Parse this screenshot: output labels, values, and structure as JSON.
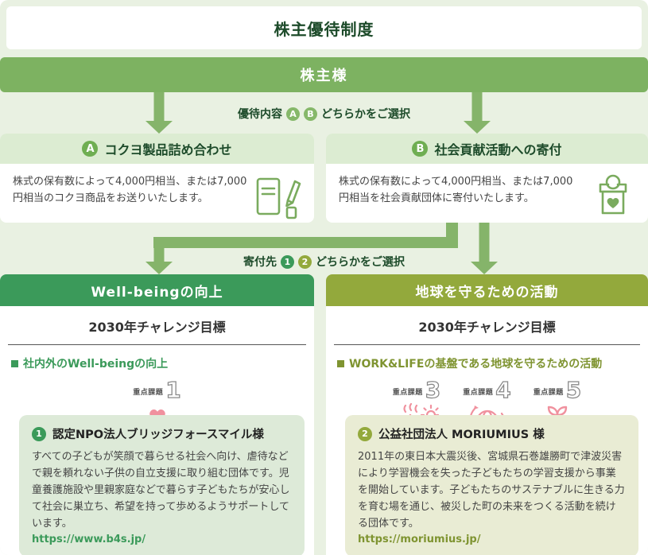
{
  "page": {
    "title": "株主優待制度",
    "audience": "株主様"
  },
  "selection1": {
    "label_prefix": "優待内容",
    "badges": [
      "A",
      "B"
    ],
    "label_suffix": "どちらかをご選択"
  },
  "optionA": {
    "badge": "A",
    "title": "コクヨ製品詰め合わせ",
    "body": "株式の保有数によって4,000円相当、または7,000円相当のコクヨ商品をお送りいたします。",
    "icon": "stationery-icon"
  },
  "optionB": {
    "badge": "B",
    "title": "社会貢献活動への寄付",
    "body": "株式の保有数によって4,000円相当、または7,000円相当を社会貢献団体に寄付いたします。",
    "icon": "donation-box-icon"
  },
  "selection2": {
    "label_prefix": "寄付先",
    "badges": [
      "1",
      "2"
    ],
    "label_suffix": "どちらかをご選択"
  },
  "panel1": {
    "header": "Well-beingの向上",
    "goal_title": "2030年チャレンジ目標",
    "goal_item": "社内外のWell-beingの向上",
    "issues": [
      {
        "label": "重点課題",
        "number": "1",
        "icon": "heart-in-hand-icon"
      }
    ],
    "org": {
      "badge": "1",
      "name": "認定NPO法人ブリッジフォースマイル様",
      "description": "すべての子どもが笑顔で暮らせる社会へ向け、虐待などで親を頼れない子供の自立支援に取り組む団体です。児童養護施設や里親家庭などで暮らす子どもたちが安心して社会に巣立ち、希望を持って歩めるようサポートしています。",
      "url": "https://www.b4s.jp/"
    }
  },
  "panel2": {
    "header": "地球を守るための活動",
    "goal_title": "2030年チャレンジ目標",
    "goal_item": "WORK&LIFEの基盤である地球を守るための活動",
    "issues": [
      {
        "label": "重点課題",
        "number": "3",
        "icon": "mountain-sun-icon"
      },
      {
        "label": "重点課題",
        "number": "4",
        "icon": "globe-recycle-icon"
      },
      {
        "label": "重点課題",
        "number": "5",
        "icon": "sprout-hands-icon"
      }
    ],
    "org": {
      "badge": "2",
      "name": "公益社団法人 MORIUMIUS 様",
      "description": "2011年の東日本大震災後、宮城県石巻雄勝町で津波災害により学習機会を失った子どもたちの学習支援から事業を開始しています。子どもたちのサステナブルに生きる力を育む場を通じ、被災した町の未来をつくる活動を続ける団体です。",
      "url": "https://moriumius.jp/"
    }
  },
  "colors": {
    "bg-page": "#e9f1e2",
    "green-dark": "#1d4b2a",
    "green-mid": "#7db261",
    "green-accent": "#3b9a5a",
    "olive": "#93a93c",
    "olive-dark": "#7f9431",
    "arrow": "#85b46a",
    "header-tint": "#dcecd2",
    "card-green": "#ddead8",
    "card-olive": "#e9ecd4",
    "text-body": "#444444",
    "icon-green": "#7aab5e",
    "icon-pink": "#f0919e"
  }
}
